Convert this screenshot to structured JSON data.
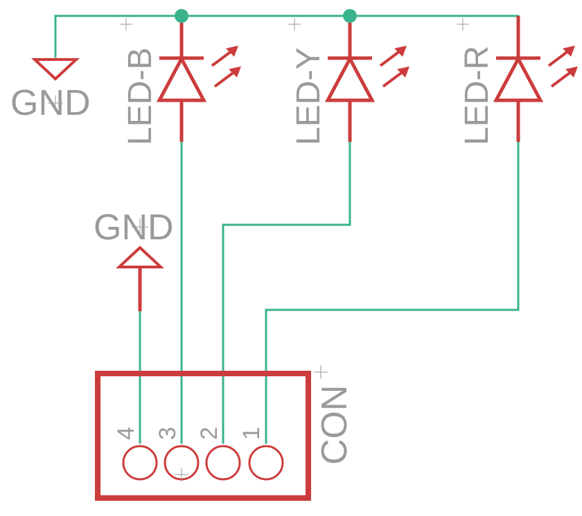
{
  "gnd_top": {
    "label": "GND"
  },
  "gnd_mid": {
    "label": "GND"
  },
  "leds": [
    {
      "label": "LED-B"
    },
    {
      "label": "LED-Y"
    },
    {
      "label": "LED-R"
    }
  ],
  "connector": {
    "label": "CON",
    "pins": [
      "4",
      "3",
      "2",
      "1"
    ]
  },
  "colors": {
    "wire": "#3ab38c",
    "symbol": "#cc3c3c",
    "text": "#9a9a9a",
    "background": "#ffffff"
  }
}
